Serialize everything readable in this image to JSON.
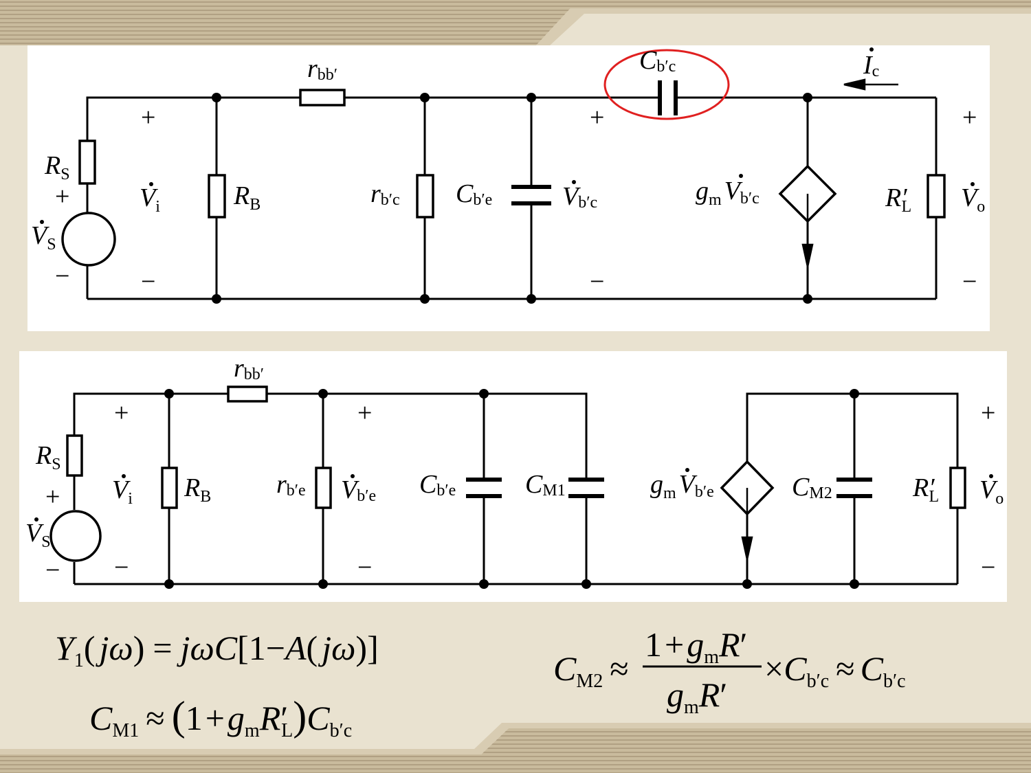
{
  "top_circuit": {
    "labels": {
      "R": "R",
      "S": "S",
      "B": "B",
      "L": "L",
      "r": "r",
      "bb_prime": "bb′",
      "b_prime_c": "b′c",
      "b_prime_e": "b′e",
      "V": "V",
      "i": "i",
      "o": "o",
      "C": "C",
      "g": "g",
      "m": "m",
      "I": "I",
      "c": "c",
      "prime": "′"
    },
    "signs": {
      "plus": "+",
      "minus": "−"
    },
    "highlight_color": "#e02020"
  },
  "bottom_circuit": {
    "labels": {
      "M1": "M1",
      "M2": "M2",
      "b_prime_e": "b′e"
    }
  },
  "equations": {
    "y1": "Y₁(jω) = jωC[1 − A(jω)]",
    "cm1": "C_M1 ≈ (1 + g_m R′_L) C_b′c",
    "cm2": "C_M2 ≈ (1 + g_m R′) / (g_m R′) × C_b′c ≈ C_b′c",
    "Y": "Y",
    "one_sub": "1",
    "paren_open": "(",
    "paren_close": ")",
    "j": "j",
    "omega": "ω",
    "equals": "=",
    "C": "C",
    "bracket_open": "[",
    "bracket_close": "]",
    "one": "1",
    "minus": "−",
    "A": "A",
    "approx": "≈",
    "plus": "+",
    "g": "g",
    "m": "m",
    "R": "R",
    "prime": "′",
    "L": "L",
    "M1": "M1",
    "M2": "M2",
    "b_prime_c": "b′c",
    "times": "×"
  },
  "theme": {
    "background": "#e9e2d0",
    "stripe": "#b9a98a",
    "stripe_dark": "#8c7a5a"
  }
}
